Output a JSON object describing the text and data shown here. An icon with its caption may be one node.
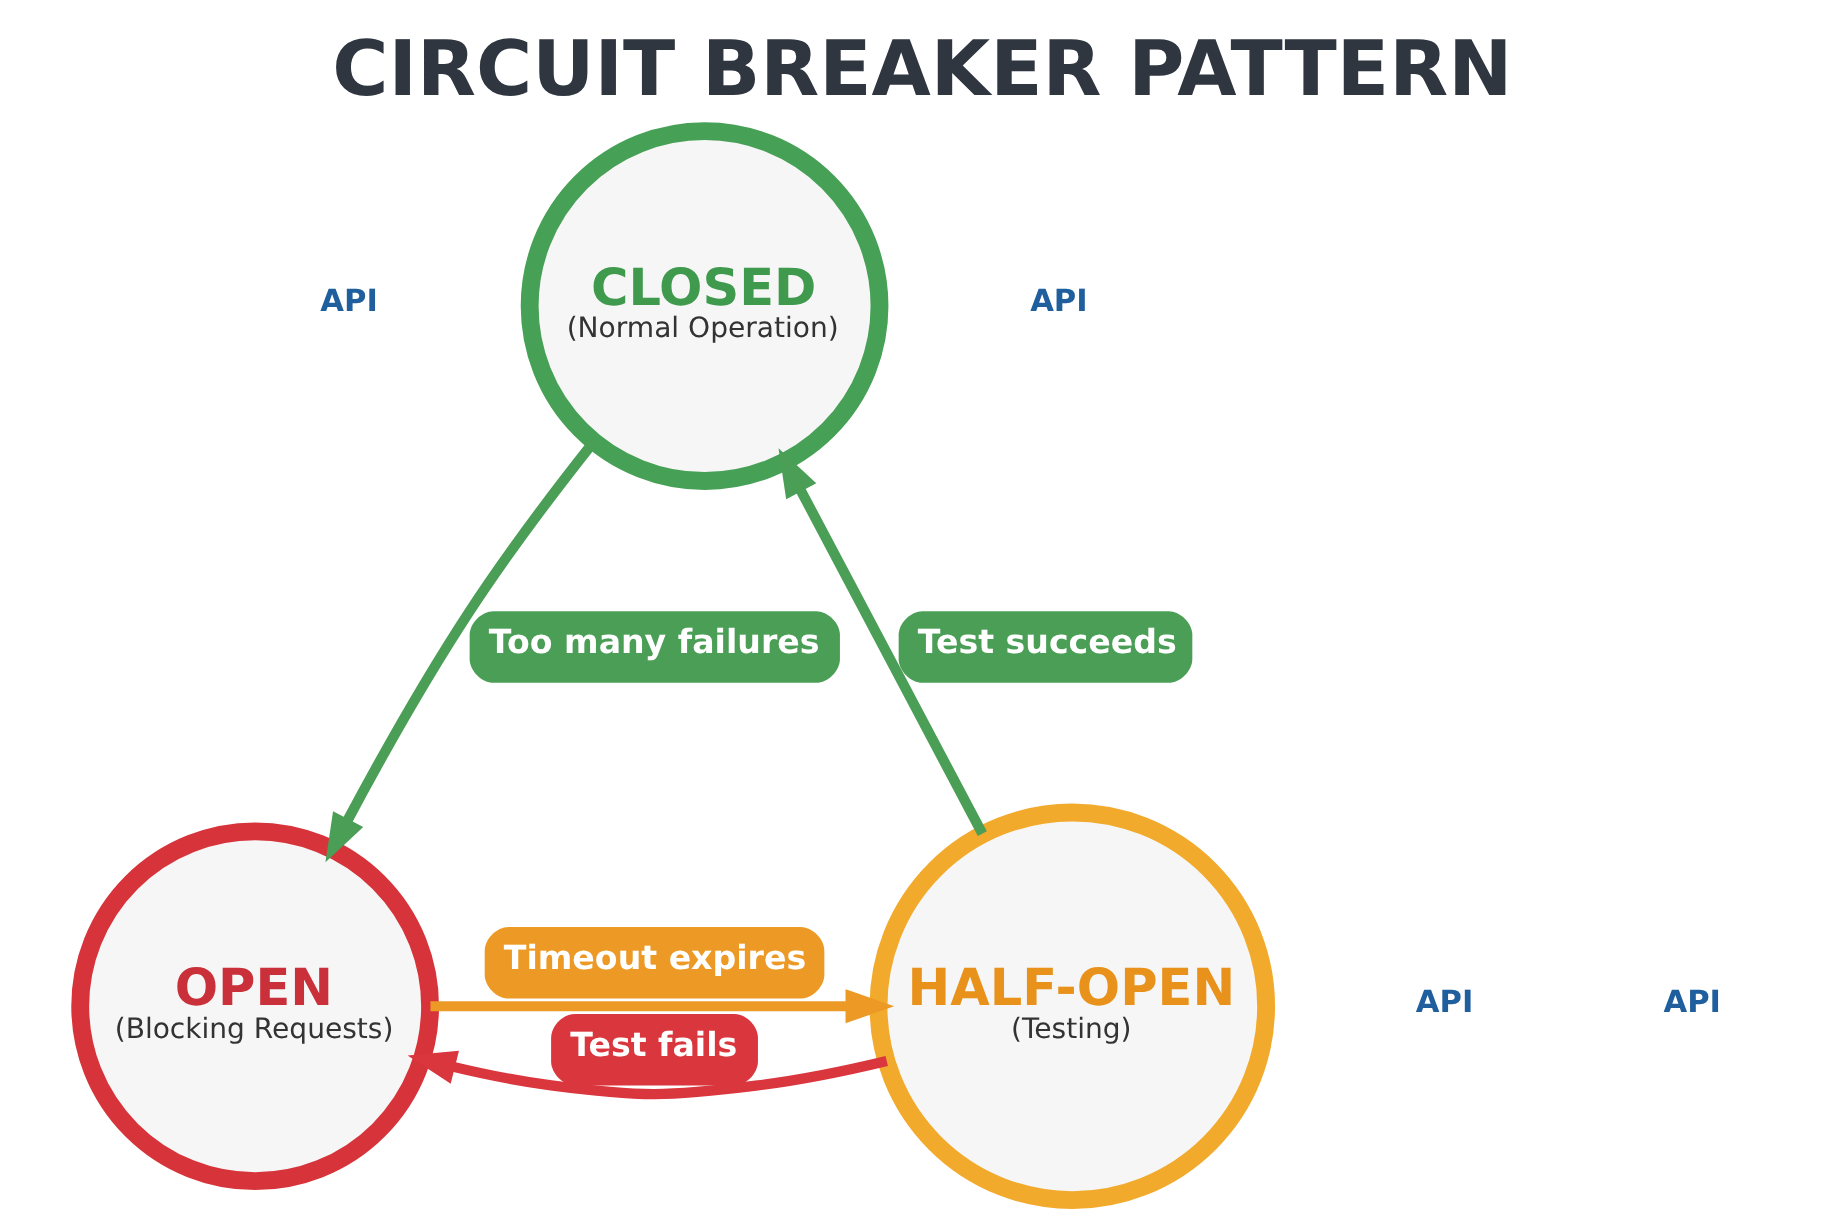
{
  "diagram": {
    "title": "CIRCUIT BREAKER PATTERN",
    "nodes": [
      {
        "text": [
          "CLOSED",
          "(Normal Operation)"
        ]
      },
      {
        "text": [
          "OPEN",
          "(Blocking Requests)"
        ]
      },
      {
        "text": [
          "HALF-OPEN",
          "(Testing)"
        ]
      }
    ],
    "edges": [
      {
        "from": 0,
        "to": 1,
        "arrow": "to",
        "label": "Too many failures"
      },
      {
        "from": 1,
        "to": 2,
        "arrow": "to",
        "label": "Timeout expires",
        "color": "#ec9a25"
      },
      {
        "from": 2,
        "to": 1,
        "arrow": "to",
        "label": "Test fails",
        "color": "#d9363e"
      },
      {
        "from": 2,
        "to": 0,
        "arrow": "to",
        "label": "Test succeeds"
      }
    ],
    "labels": [
      "API",
      "API",
      "API",
      "API"
    ]
  }
}
